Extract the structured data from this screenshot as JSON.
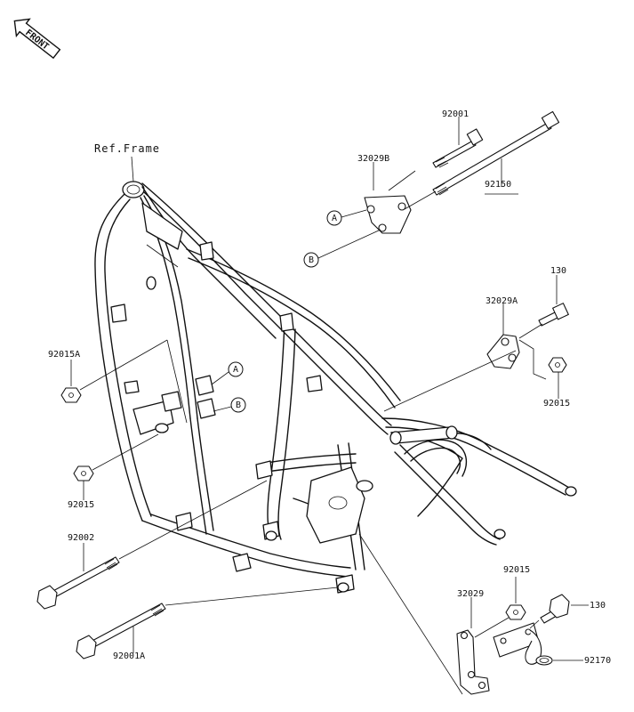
{
  "orientation": {
    "front_label": "FRONT",
    "icon": "front-arrow-icon"
  },
  "reference": {
    "label": "Ref.Frame"
  },
  "part_numbers": {
    "p92001": "92001",
    "p32029B": "32029B",
    "p92150": "92150",
    "p130_top": "130",
    "p32029A": "32029A",
    "p92015A": "92015A",
    "p92015_right": "92015",
    "p92015_left": "92015",
    "p92002": "92002",
    "p92015_bottom": "92015",
    "p32029": "32029",
    "p130_bottom": "130",
    "p92170": "92170",
    "p92001A": "92001A"
  },
  "callouts": {
    "A_top": "A",
    "B_top": "B",
    "A_frame": "A",
    "B_frame": "B"
  }
}
